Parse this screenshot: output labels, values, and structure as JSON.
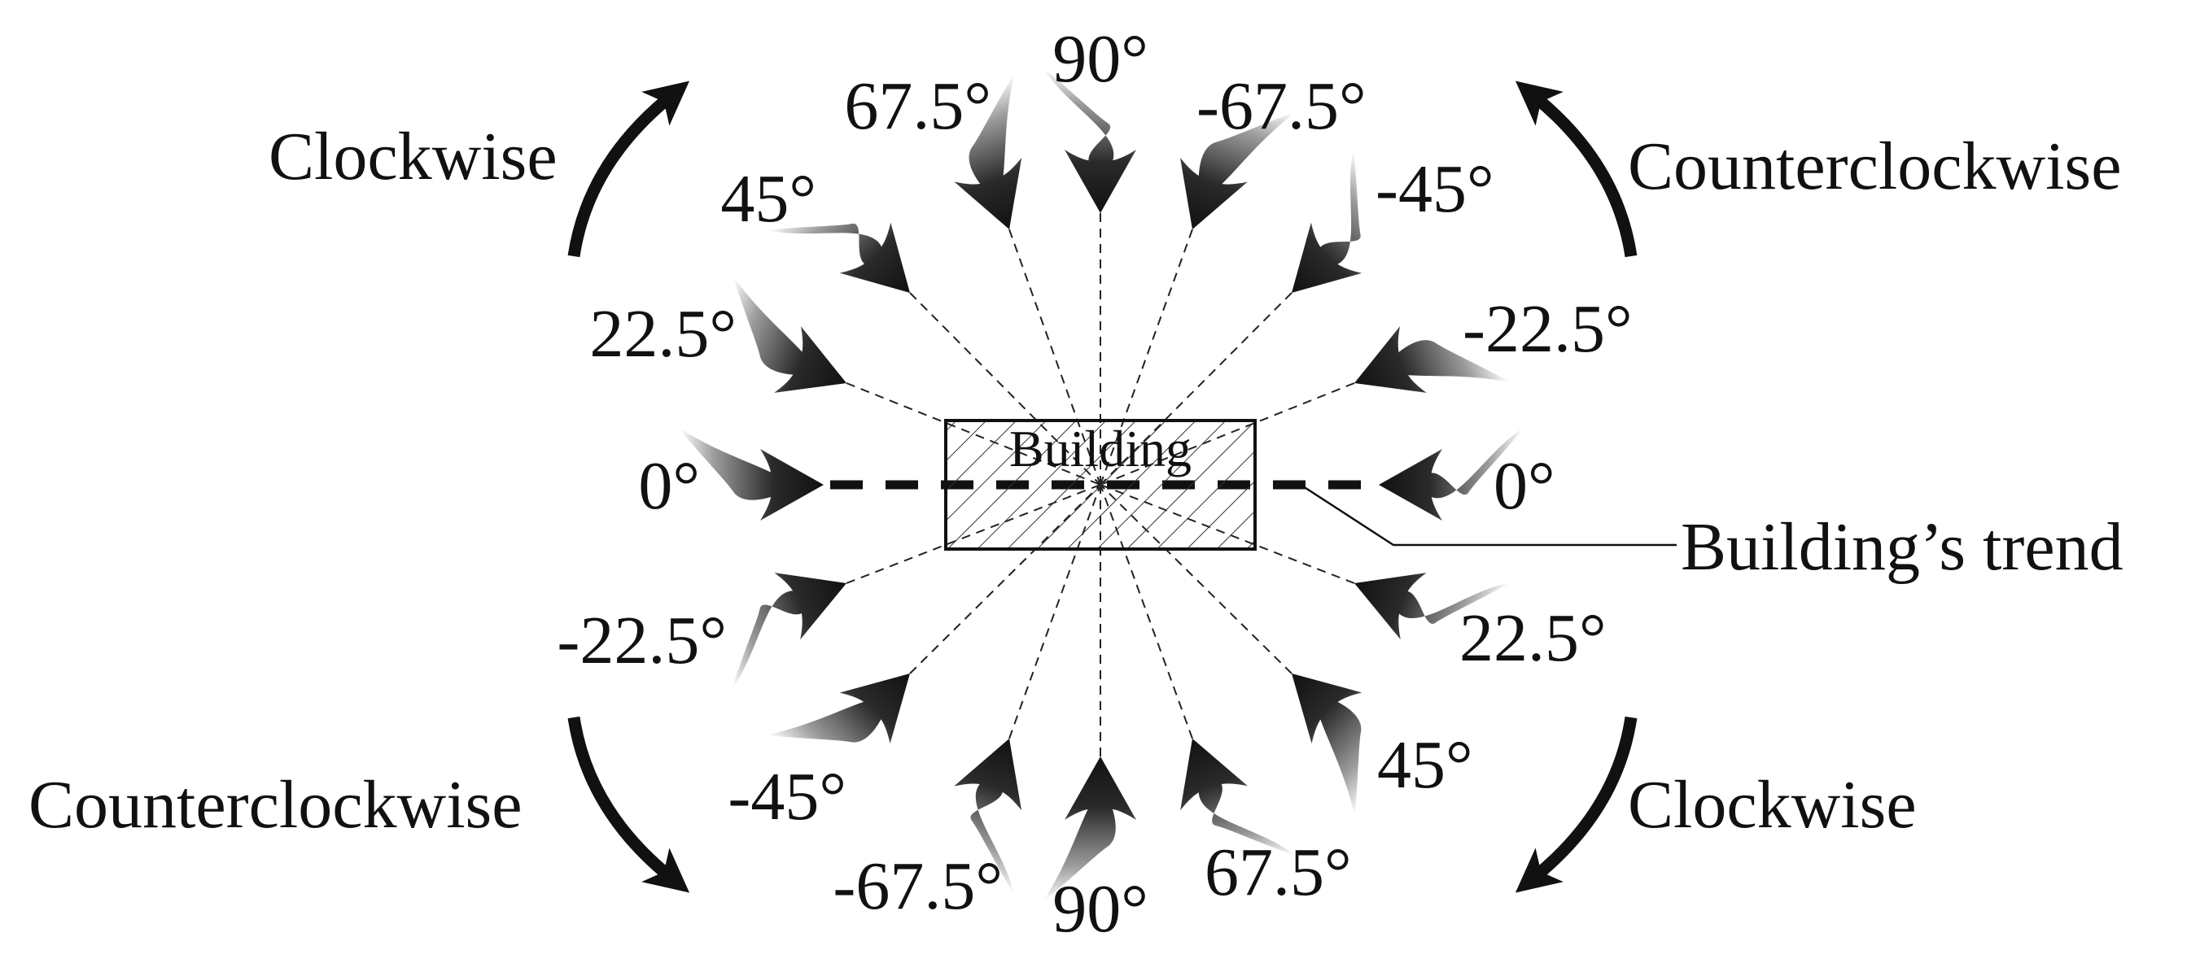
{
  "building": {
    "label": "Building",
    "trend_label": "Building’s trend"
  },
  "rotation": {
    "clockwise": "Clockwise",
    "counterclockwise": "Counterclockwise"
  },
  "wind_directions": {
    "upper_left": [
      "0°",
      "22.5°",
      "45°",
      "67.5°"
    ],
    "top": "90°",
    "upper_right": [
      "-67.5°",
      "-45°",
      "-22.5°",
      "0°"
    ],
    "lower_left": [
      "-22.5°",
      "-45°",
      "-67.5°"
    ],
    "bottom": "90°",
    "lower_right": [
      "22.5°",
      "45°",
      "67.5°"
    ]
  },
  "colors": {
    "ink": "#111111",
    "arrow_dark": "#111111",
    "arrow_light": "#ffffff",
    "hatch": "#333333",
    "background": "#ffffff"
  }
}
